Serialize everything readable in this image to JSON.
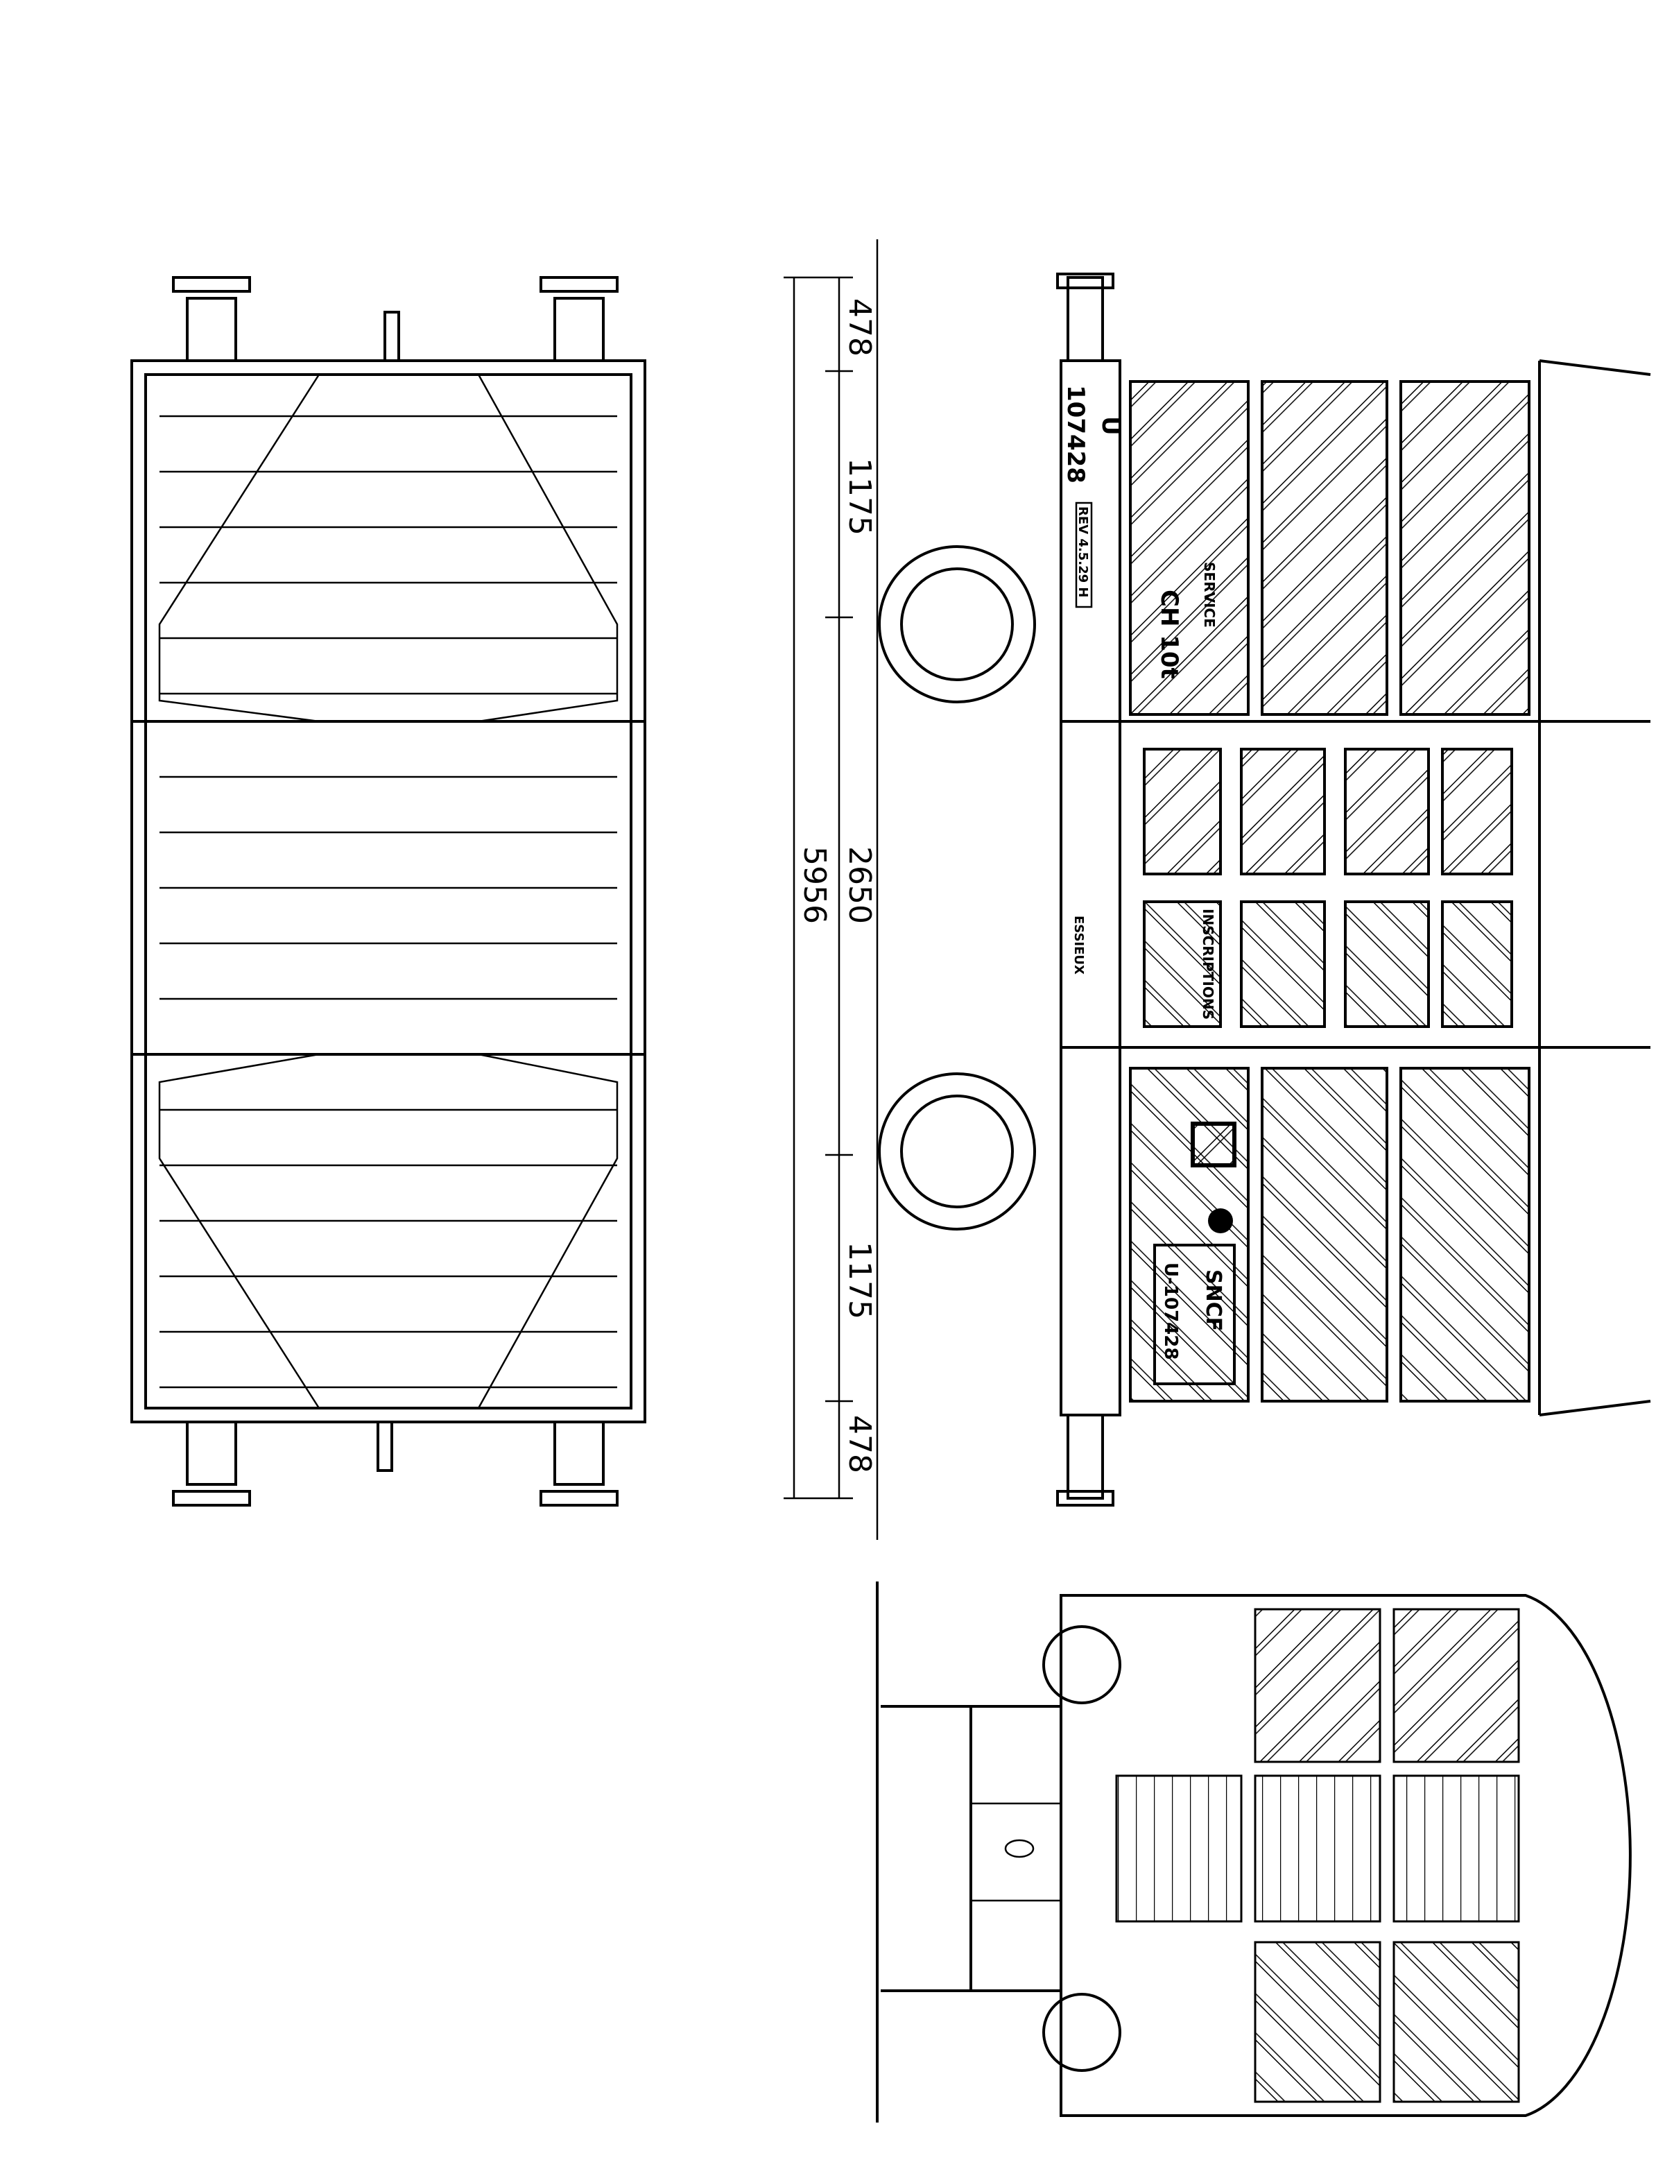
{
  "dimensions": {
    "end_overhang_top": "478",
    "wheelbase_half_top": "1175",
    "axle_spacing": "2650",
    "overall_length": "5956",
    "wheelbase_half_bottom": "1175",
    "end_overhang_bottom": "478"
  },
  "markings": {
    "class_letter": "U",
    "wagon_number": "107428",
    "revision": "REV 4.5.29 H",
    "service": "SERVICE",
    "capacity": "CH 10t",
    "inscriptions": "INSCRIPTIONS",
    "axles": "ESSIEUX",
    "plate_number": "U-107428",
    "plate_owner": "SNCF"
  },
  "colors": {
    "ink": "#000000",
    "paper": "#ffffff"
  }
}
